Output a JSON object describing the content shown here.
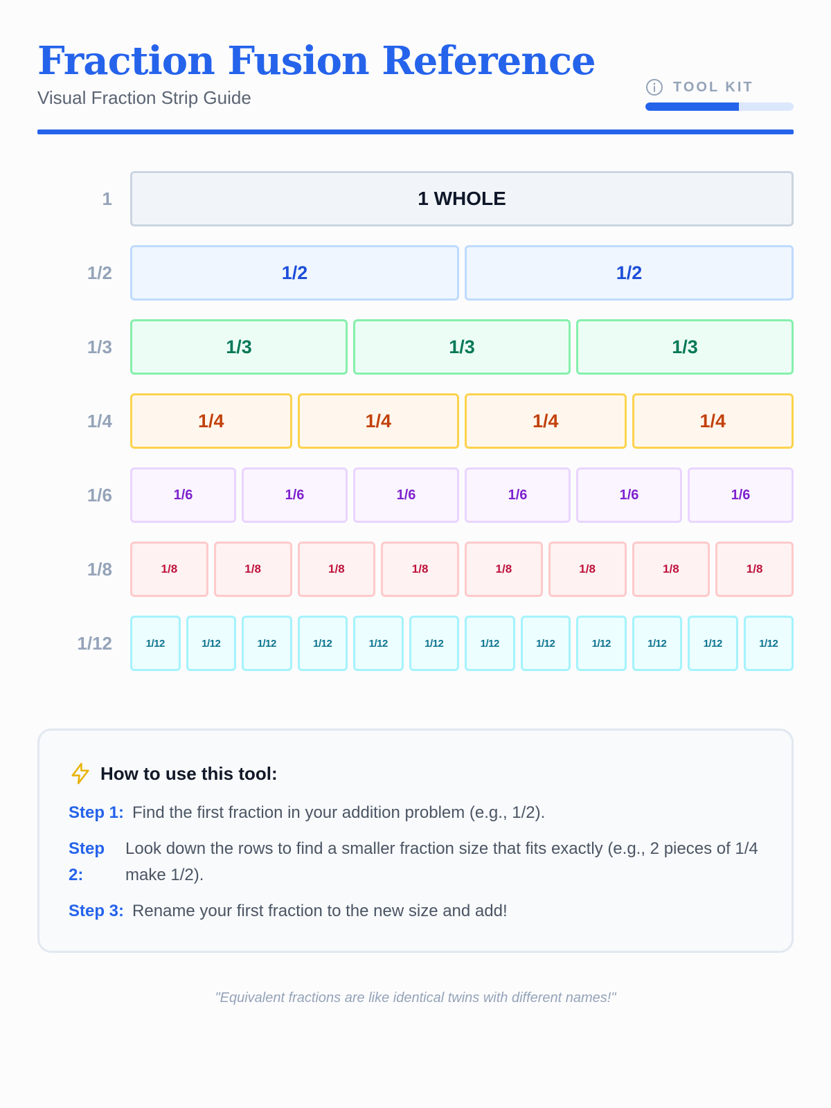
{
  "header": {
    "title": "Fraction Fusion Reference",
    "subtitle": "Visual Fraction Strip Guide",
    "toolkit": {
      "icon": "info-icon",
      "label": "TOOL KIT",
      "progress": 0.63,
      "progress_color": "#2563eb",
      "track_color": "#dbe7fb"
    }
  },
  "strips": [
    {
      "label": "1",
      "count": 1,
      "piece_label": "1 WHOLE",
      "border": "#cbd5e1",
      "fill": "#f1f5f9",
      "text": "#0f172a"
    },
    {
      "label": "1/2",
      "count": 2,
      "piece_label": "1/2",
      "border": "#bfdbfe",
      "fill": "#eff6ff",
      "text": "#1d4ed8"
    },
    {
      "label": "1/3",
      "count": 3,
      "piece_label": "1/3",
      "border": "#86efac",
      "fill": "#ecfdf5",
      "text": "#047857"
    },
    {
      "label": "1/4",
      "count": 4,
      "piece_label": "1/4",
      "border": "#fcd34d",
      "fill": "#fff7ed",
      "text": "#c2410c"
    },
    {
      "label": "1/6",
      "count": 6,
      "piece_label": "1/6",
      "border": "#e9d5ff",
      "fill": "#faf5ff",
      "text": "#7e22ce"
    },
    {
      "label": "1/8",
      "count": 8,
      "piece_label": "1/8",
      "border": "#fecaca",
      "fill": "#fef2f2",
      "text": "#be123c"
    },
    {
      "label": "1/12",
      "count": 12,
      "piece_label": "1/12",
      "border": "#a5f3fc",
      "fill": "#ecfeff",
      "text": "#0e7490"
    }
  ],
  "howto": {
    "icon": "lightning-bolt-icon",
    "icon_color": "#eab308",
    "title": "How to use this tool:",
    "steps": [
      {
        "label": "Step 1:",
        "text": "Find the first fraction in your addition problem (e.g., 1/2)."
      },
      {
        "label": "Step 2:",
        "text": "Look down the rows to find a smaller fraction size that fits exactly (e.g., 2 pieces of 1/4 make 1/2)."
      },
      {
        "label": "Step 3:",
        "text": "Rename your first fraction to the new size and add!"
      }
    ]
  },
  "footer": {
    "quote": "\"Equivalent fractions are like identical twins with different names!\""
  }
}
